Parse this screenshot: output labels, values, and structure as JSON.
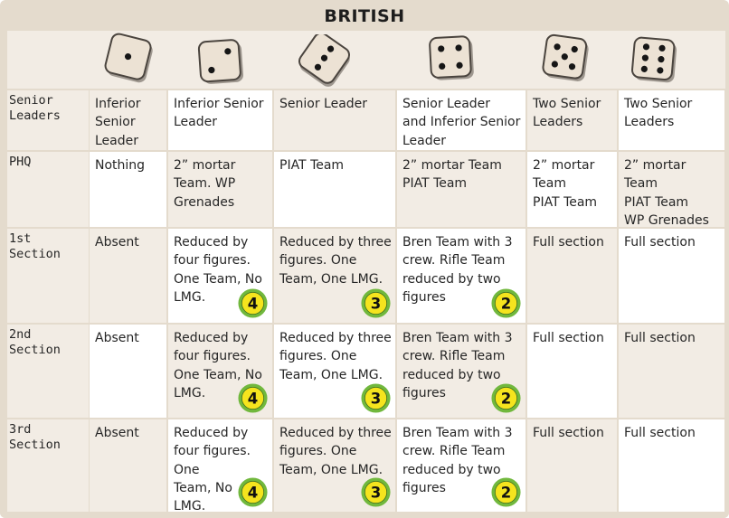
{
  "title": "BRITISH",
  "dice": [
    {
      "pips": 1,
      "icon": "die-1-icon"
    },
    {
      "pips": 2,
      "icon": "die-2-icon"
    },
    {
      "pips": 3,
      "icon": "die-3-icon"
    },
    {
      "pips": 4,
      "icon": "die-4-icon"
    },
    {
      "pips": 5,
      "icon": "die-5-icon"
    },
    {
      "pips": 6,
      "icon": "die-6-icon"
    }
  ],
  "colors": {
    "frame": "#e4dbcd",
    "cell_dark": "#f2ece4",
    "cell_white": "#ffffff",
    "badge_fill": "#f5e41e",
    "badge_ring": "#71b83d",
    "text": "#262626"
  },
  "rows": [
    {
      "label": "Senior\nLeaders",
      "cells": [
        "Inferior\nSenior\nLeader",
        "Inferior Senior\nLeader",
        "Senior Leader",
        "Senior Leader\nand Inferior Senior\nLeader",
        "Two Senior\nLeaders",
        "Two Senior\nLeaders"
      ]
    },
    {
      "label": "PHQ",
      "cells": [
        "Nothing",
        "2” mortar\nTeam.  WP\nGrenades",
        "PIAT Team",
        "2” mortar Team\nPIAT Team",
        "2” mortar\nTeam\nPIAT Team",
        "2” mortar\nTeam\nPIAT Team\nWP Grenades"
      ]
    },
    {
      "label": "1st\nSection",
      "cells": [
        "Absent",
        "Reduced by\nfour figures.\nOne Team, No\nLMG.",
        "Reduced by three\nfigures. One\nTeam, One LMG.",
        "Bren Team with 3\ncrew. Rifle Team\nreduced by two\nfigures",
        "Full section",
        "Full section"
      ],
      "badges": [
        null,
        "4",
        "3",
        "2",
        null,
        null
      ]
    },
    {
      "label": "2nd\nSection",
      "cells": [
        "Absent",
        "Reduced by\nfour figures.\nOne Team, No\nLMG.",
        "Reduced by three\nfigures. One\nTeam, One LMG.",
        "Bren Team with 3\ncrew. Rifle Team\nreduced by two\nfigures",
        "Full section",
        "Full section"
      ],
      "badges": [
        null,
        "4",
        "3",
        "2",
        null,
        null
      ]
    },
    {
      "label": "3rd\nSection",
      "cells": [
        "Absent",
        "Reduced by\nfour figures.  One\nTeam, No\nLMG.",
        "Reduced by three\nfigures.  One\nTeam, One LMG.",
        "Bren Team with 3\ncrew. Rifle Team\nreduced by two\nfigures",
        "Full section",
        "Full section"
      ],
      "badges": [
        null,
        "4",
        "3",
        "2",
        null,
        null
      ]
    }
  ]
}
